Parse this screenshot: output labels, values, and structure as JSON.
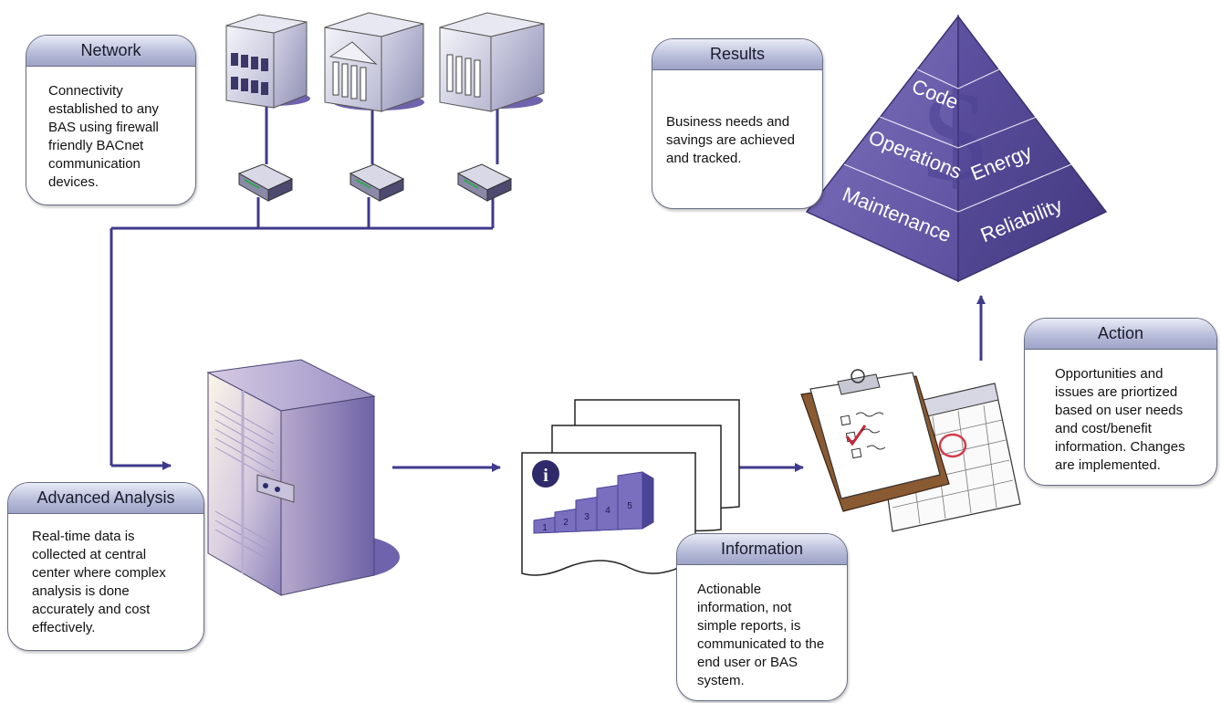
{
  "network": {
    "title": "Network",
    "lines": [
      "Connectivity",
      "established to any",
      "BAS using firewall",
      "friendly BACnet",
      "communication",
      "devices."
    ]
  },
  "advanced_analysis": {
    "title": "Advanced Analysis",
    "lines": [
      "Real-time data is",
      "collected at central",
      "center where complex",
      "analysis is done",
      "accurately and cost",
      "effectively."
    ]
  },
  "results": {
    "title": "Results",
    "lines": [
      "Business needs and",
      "savings are achieved",
      "and tracked."
    ]
  },
  "action": {
    "title": "Action",
    "lines": [
      "Opportunities and",
      "issues are priortized",
      "based on user needs",
      "and cost/benefit",
      "information. Changes",
      "are implemented."
    ]
  },
  "information": {
    "title": "Information",
    "lines": [
      "Actionable",
      "information, not",
      "simple reports, is",
      "communicated to the",
      "end user or BAS",
      "system."
    ]
  },
  "pyramid": {
    "code": "Code",
    "operations": "Operations",
    "energy": "Energy",
    "maintenance": "Maintenance",
    "reliability": "Reliability",
    "dollar": "$"
  },
  "report_steps": [
    "1",
    "2",
    "3",
    "4",
    "5"
  ],
  "report_info_glyph": "i",
  "colors": {
    "line": "#3f3a8c",
    "pyramid": "#6b5fae",
    "card_border": "#6a6e86"
  }
}
